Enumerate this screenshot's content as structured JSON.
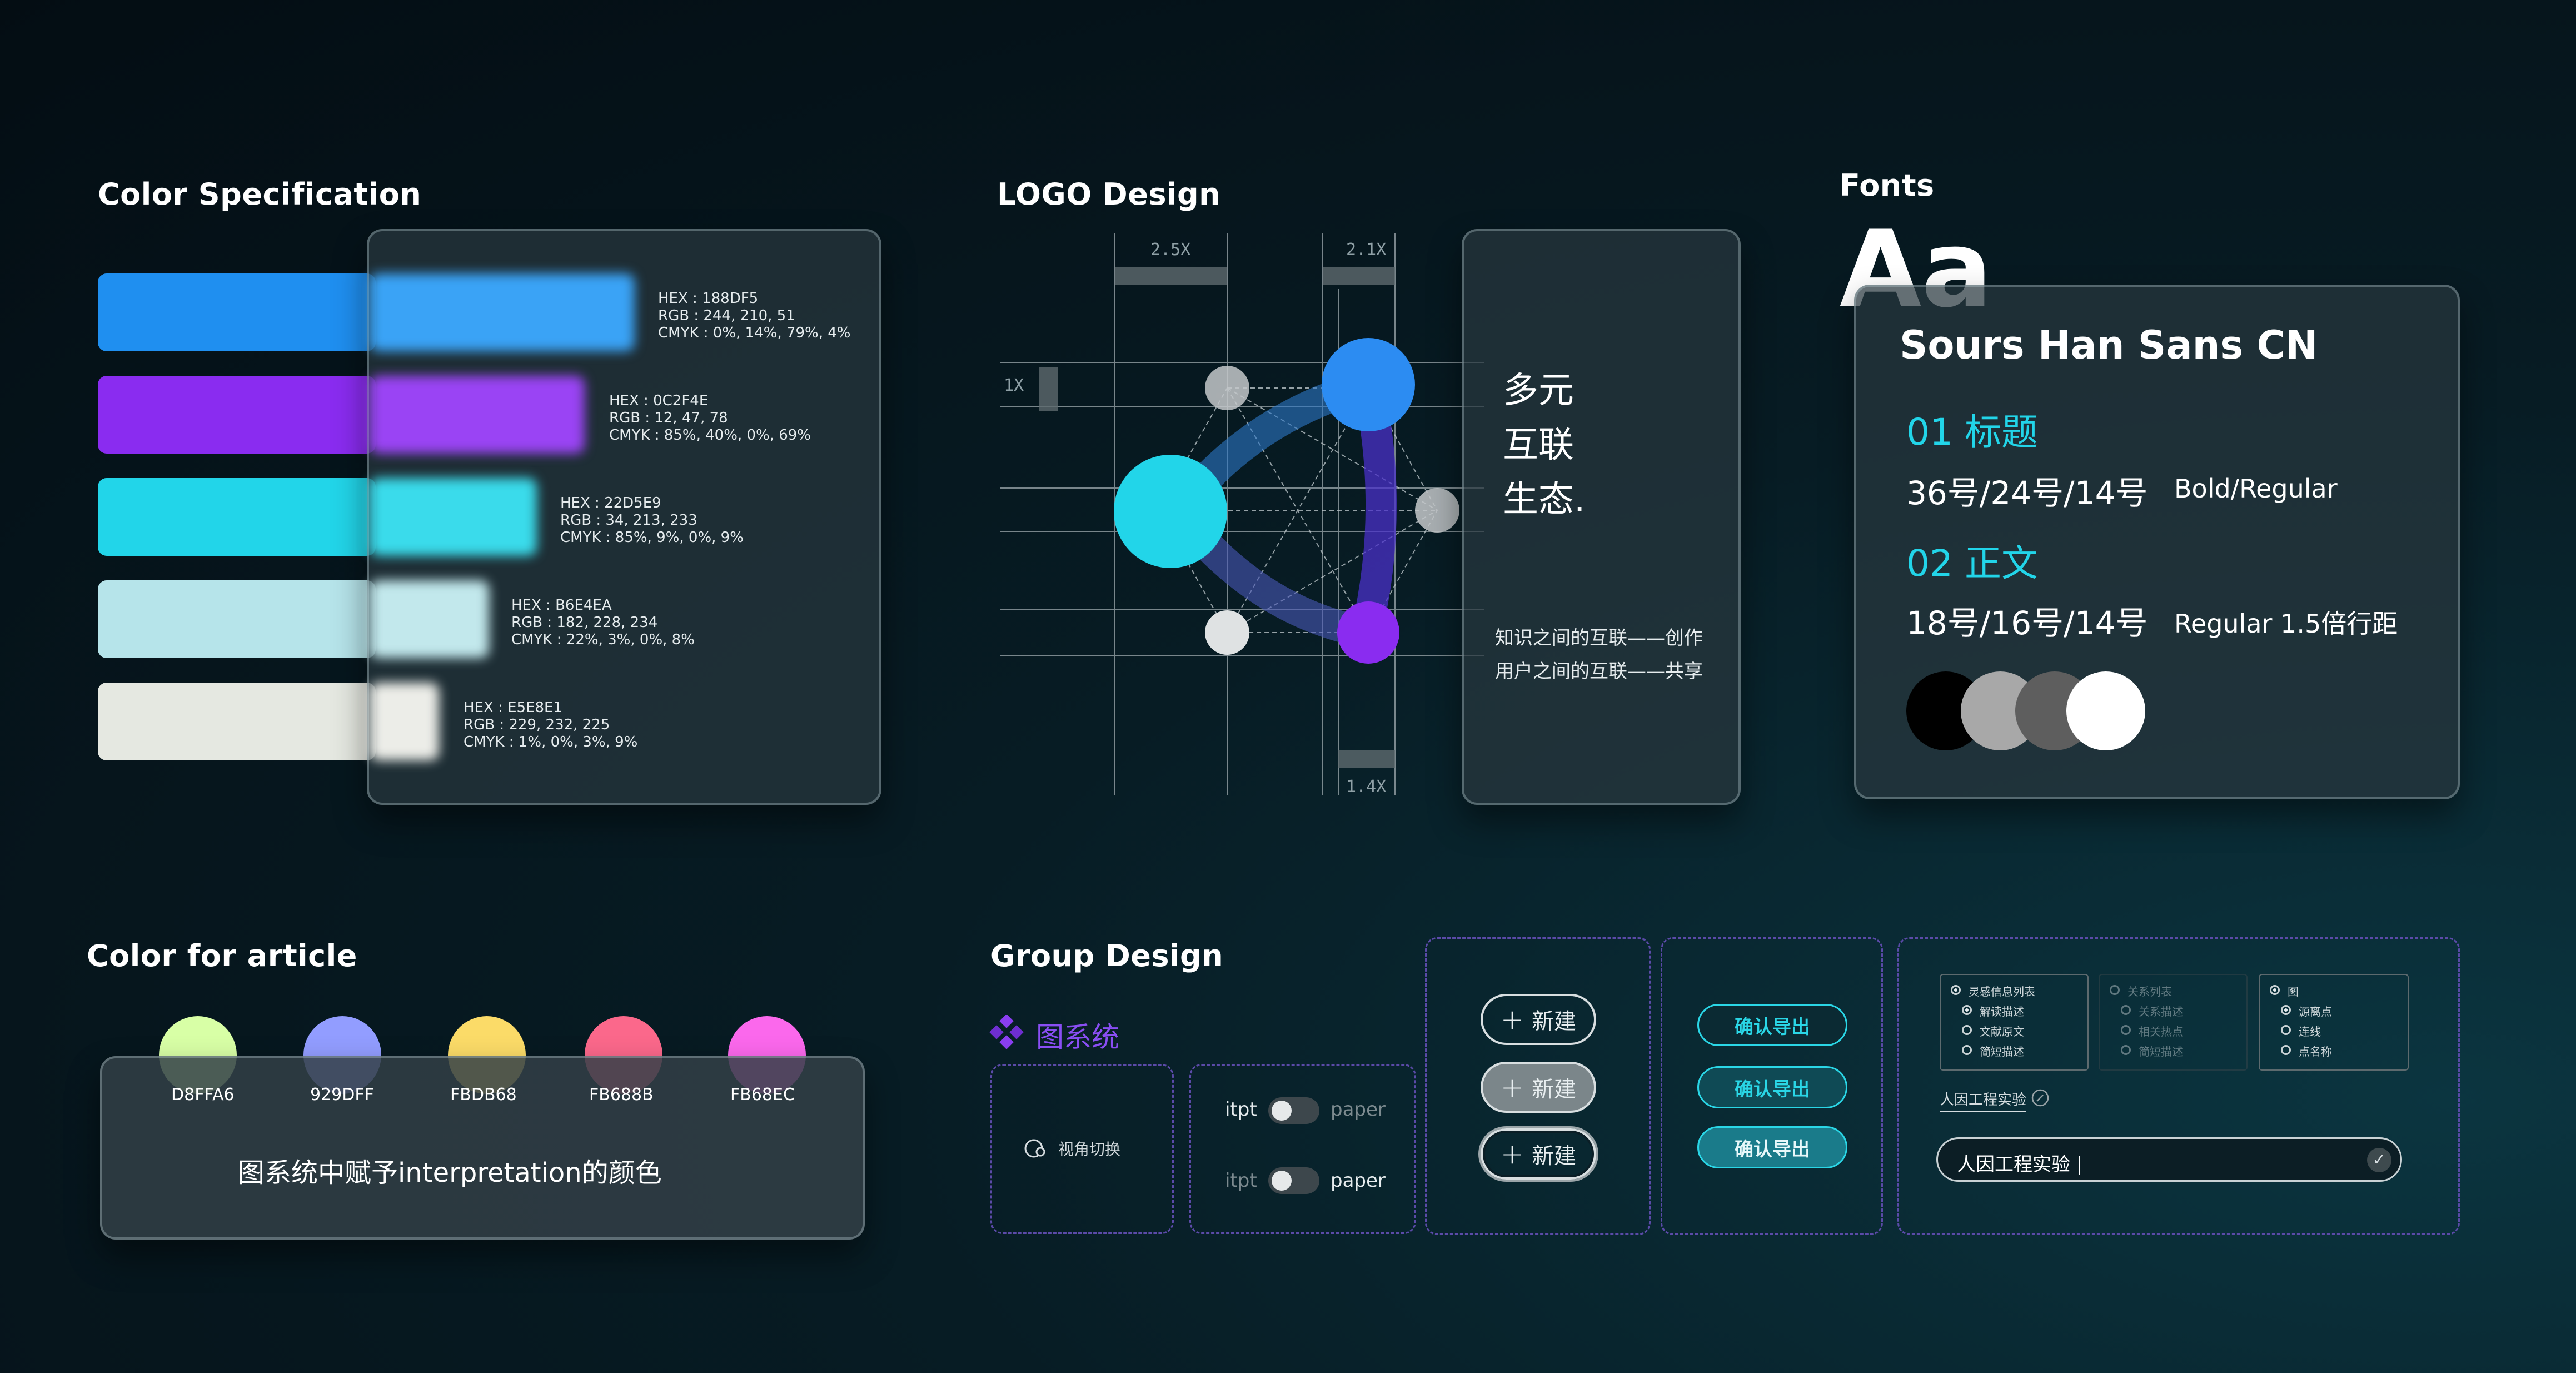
{
  "color_spec": {
    "title": "Color Specification",
    "swatches": [
      {
        "color": "#1f8ff0",
        "hex": "HEX : 188DF5",
        "rgb": "RGB : 244, 210, 51",
        "cmyk": "CMYK : 0%, 14%, 79%, 4%"
      },
      {
        "color": "#8a2cf0",
        "hex": "HEX : 0C2F4E",
        "rgb": "RGB : 12, 47, 78",
        "cmyk": "CMYK : 85%, 40%, 0%, 69%"
      },
      {
        "color": "#22d5e9",
        "hex": "HEX : 22D5E9",
        "rgb": "RGB : 34, 213, 233",
        "cmyk": "CMYK : 85%, 9%, 0%, 9%"
      },
      {
        "color": "#b6e4ea",
        "hex": "HEX : B6E4EA",
        "rgb": "RGB : 182, 228, 234",
        "cmyk": "CMYK : 22%, 3%, 0%, 8%"
      },
      {
        "color": "#e5e8e1",
        "hex": "HEX : E5E8E1",
        "rgb": "RGB : 229, 232, 225",
        "cmyk": "CMYK : 1%, 0%, 3%, 9%"
      }
    ]
  },
  "logo": {
    "title": "LOGO Design",
    "dim_2_5x": "2.5X",
    "dim_2_1x": "2.1X",
    "dim_1x": "1X",
    "dim_1_4x": "1.4X",
    "headline_line1": "多元",
    "headline_line2": "互联",
    "headline_line3": "生态.",
    "desc_line1": "知识之间的互联——创作",
    "desc_line2": "用户之间的互联——共享"
  },
  "fonts": {
    "title": "Fonts",
    "sample": "Aa",
    "font_name": "Sours Han Sans CN",
    "h1_label": "01 标题",
    "h1_sizes": "36号/24号/14号",
    "h1_weights": "Bold/Regular",
    "h2_label": "02 正文",
    "h2_sizes": "18号/16号/14号",
    "h2_weights": "Regular 1.5倍行距",
    "swatch_colors": [
      "#000000",
      "#a8a8a8",
      "#5e5e5e",
      "#ffffff"
    ]
  },
  "article": {
    "title": "Color for article",
    "colors": [
      {
        "color": "#D8FFA6",
        "label": "D8FFA6"
      },
      {
        "color": "#929DFF",
        "label": "929DFF"
      },
      {
        "color": "#FBDB68",
        "label": "FBDB68"
      },
      {
        "color": "#FB688B",
        "label": "FB688B"
      },
      {
        "color": "#FB68EC",
        "label": "FB68EC"
      }
    ],
    "caption": "图系统中赋予interpretation的颜色"
  },
  "group": {
    "title": "Group Design",
    "brand_label": "图系统",
    "view_switch": "视角切换",
    "toggle_rows": [
      {
        "left": "itpt",
        "right": "paper"
      },
      {
        "left": "itpt",
        "right": "paper"
      }
    ],
    "new_buttons": [
      "新建",
      "新建",
      "新建"
    ],
    "export_buttons": [
      "确认导出",
      "确认导出",
      "确认导出"
    ],
    "panels": [
      {
        "title": "灵感信息列表",
        "items": [
          "解读描述",
          "文献原文",
          "简短描述"
        ]
      },
      {
        "title": "关系列表",
        "items": [
          "关系描述",
          "相关热点",
          "简短描述"
        ]
      },
      {
        "title": "图",
        "items": [
          "源离点",
          "连线",
          "点名称"
        ]
      }
    ],
    "tag_label": "人因工程实验",
    "input_value": "人因工程实验 |"
  }
}
